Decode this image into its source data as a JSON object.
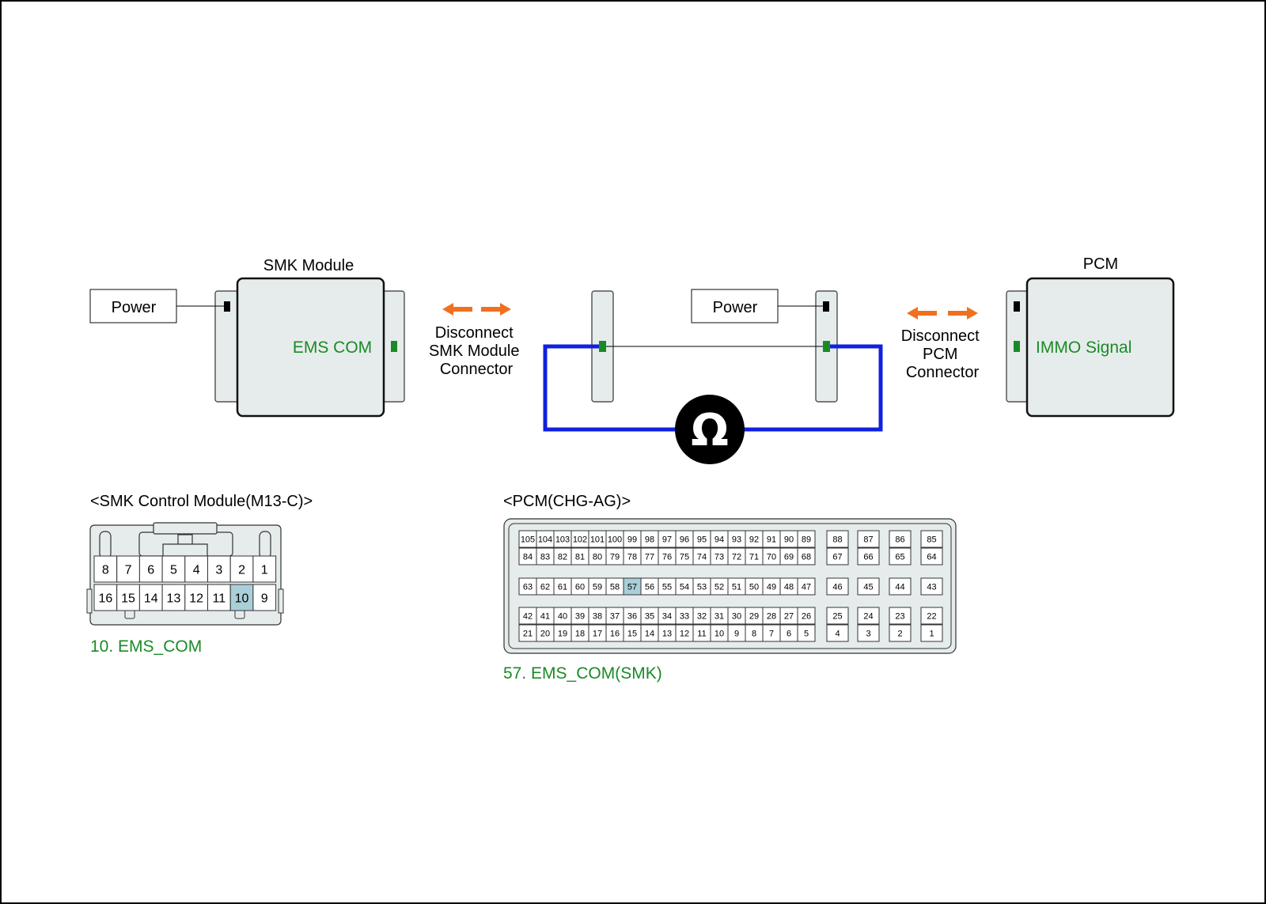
{
  "top": {
    "smk_module": {
      "title": "SMK Module",
      "power": "Power",
      "signal": "EMS COM"
    },
    "smk_disconnect": [
      "Disconnect",
      "SMK Module",
      "Connector"
    ],
    "middle_power": "Power",
    "pcm_disconnect": [
      "Disconnect",
      "PCM",
      "Connector"
    ],
    "pcm": {
      "title": "PCM",
      "signal": "IMMO Signal"
    },
    "meter_symbol": "Ω"
  },
  "smk_connector": {
    "title": "<SMK Control Module(M13-C)>",
    "row1": [
      "8",
      "7",
      "6",
      "5",
      "4",
      "3",
      "2",
      "1"
    ],
    "row2": [
      "16",
      "15",
      "14",
      "13",
      "12",
      "11",
      "10",
      "9"
    ],
    "highlight": "10",
    "caption": "10. EMS_COM"
  },
  "pcm_connector": {
    "title": "<PCM(CHG-AG)>",
    "main_rows": [
      [
        "105",
        "104",
        "103",
        "102",
        "101",
        "100",
        "99",
        "98",
        "97",
        "96",
        "95",
        "94",
        "93",
        "92",
        "91",
        "90",
        "89"
      ],
      [
        "84",
        "83",
        "82",
        "81",
        "80",
        "79",
        "78",
        "77",
        "76",
        "75",
        "74",
        "73",
        "72",
        "71",
        "70",
        "69",
        "68"
      ],
      [
        "63",
        "62",
        "61",
        "60",
        "59",
        "58",
        "57",
        "56",
        "55",
        "54",
        "53",
        "52",
        "51",
        "50",
        "49",
        "48",
        "47"
      ],
      [
        "42",
        "41",
        "40",
        "39",
        "38",
        "37",
        "36",
        "35",
        "34",
        "33",
        "32",
        "31",
        "30",
        "29",
        "28",
        "27",
        "26"
      ],
      [
        "21",
        "20",
        "19",
        "18",
        "17",
        "16",
        "15",
        "14",
        "13",
        "12",
        "11",
        "10",
        "9",
        "8",
        "7",
        "6",
        "5"
      ]
    ],
    "side_cols": [
      [
        "88",
        "67",
        "46",
        "25",
        "4"
      ],
      [
        "87",
        "66",
        "45",
        "24",
        "3"
      ],
      [
        "86",
        "65",
        "44",
        "23",
        "2"
      ],
      [
        "85",
        "64",
        "43",
        "22",
        "1"
      ]
    ],
    "highlight": "57",
    "caption": "57. EMS_COM(SMK)"
  },
  "colors": {
    "module_fill": "#e6ecec",
    "highlight": "#a9cfd9",
    "wire": "#1020e0",
    "arrow": "#f07020",
    "green": "#1a8a26"
  }
}
